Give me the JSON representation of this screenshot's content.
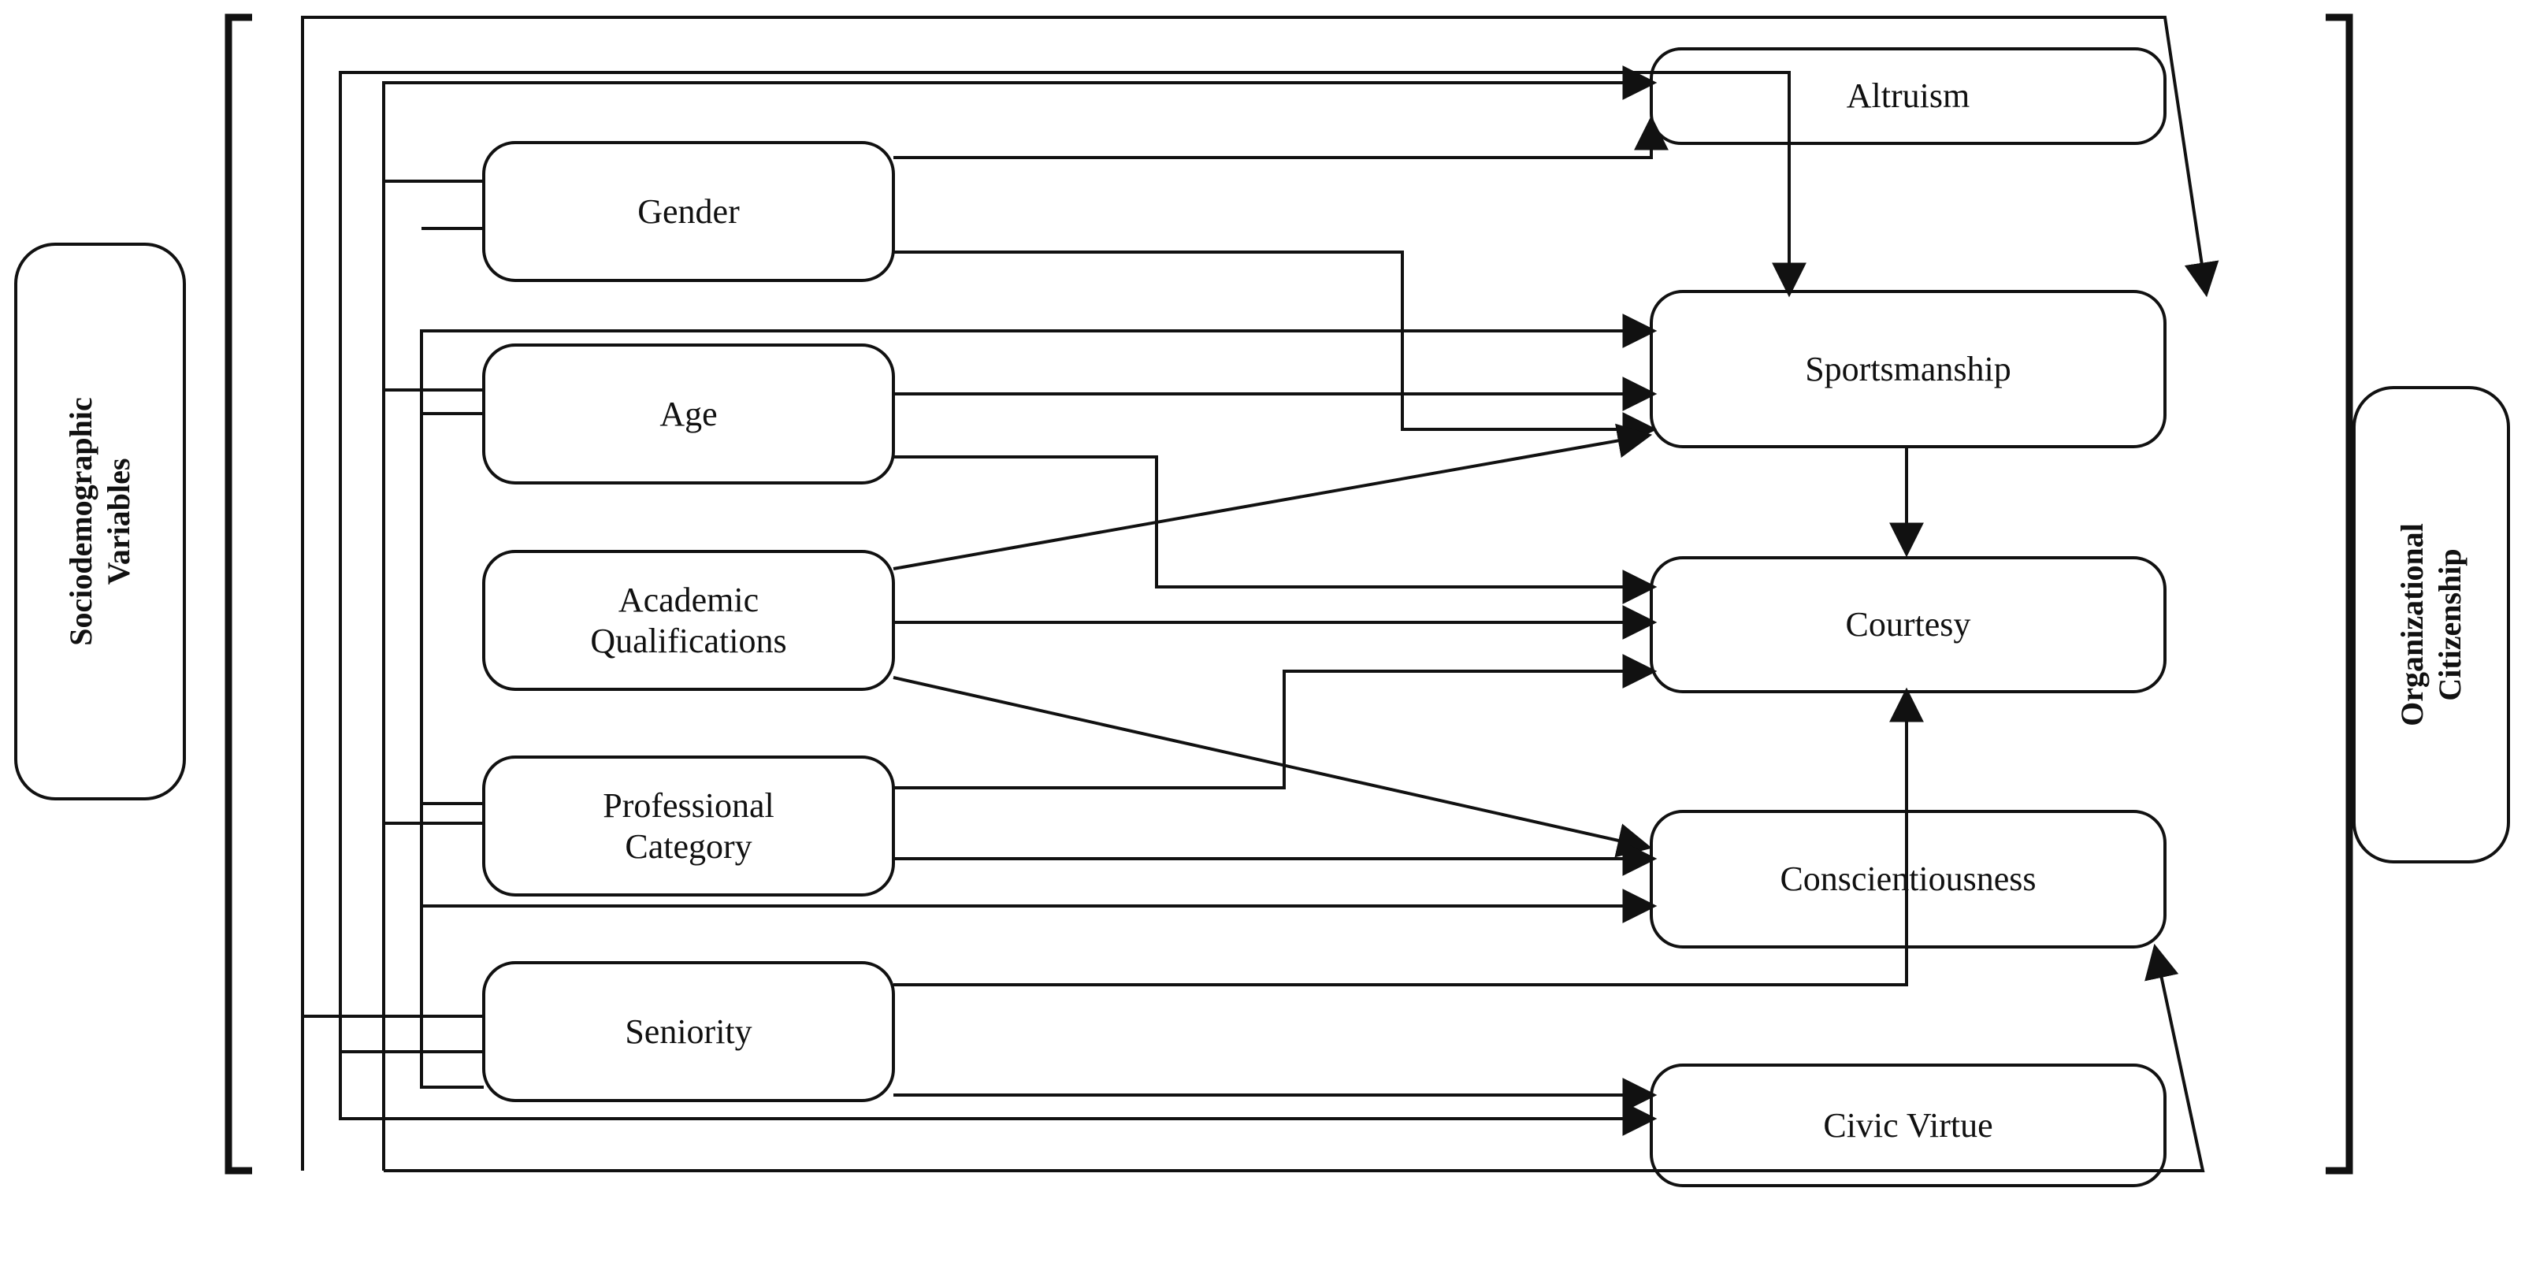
{
  "diagram": {
    "title_present": false,
    "left_group": {
      "label": "Sociodemographic\nVariables",
      "bracket": "left-square-bracket"
    },
    "right_group": {
      "label": "Organizational\nCitizenship",
      "bracket": "right-square-bracket"
    },
    "predictors": [
      {
        "id": "gender",
        "label": "Gender"
      },
      {
        "id": "age",
        "label": "Age"
      },
      {
        "id": "academic",
        "label": "Academic\nQualifications"
      },
      {
        "id": "professional",
        "label": "Professional\nCategory"
      },
      {
        "id": "seniority",
        "label": "Seniority"
      }
    ],
    "outcomes": [
      {
        "id": "altruism",
        "label": "Altruism"
      },
      {
        "id": "sportsmanship",
        "label": "Sportsmanship"
      },
      {
        "id": "courtesy",
        "label": "Courtesy"
      },
      {
        "id": "conscientiousness",
        "label": "Conscientiousness"
      },
      {
        "id": "civic",
        "label": "Civic Virtue"
      }
    ],
    "edges": [
      {
        "from": "gender",
        "to": "altruism"
      },
      {
        "from": "gender",
        "to": "sportsmanship"
      },
      {
        "from": "gender",
        "to": "courtesy"
      },
      {
        "from": "gender",
        "to": "conscientiousness"
      },
      {
        "from": "age",
        "to": "altruism"
      },
      {
        "from": "age",
        "to": "sportsmanship"
      },
      {
        "from": "age",
        "to": "courtesy"
      },
      {
        "from": "academic",
        "to": "sportsmanship"
      },
      {
        "from": "academic",
        "to": "courtesy"
      },
      {
        "from": "academic",
        "to": "conscientiousness"
      },
      {
        "from": "professional",
        "to": "courtesy"
      },
      {
        "from": "professional",
        "to": "conscientiousness"
      },
      {
        "from": "professional",
        "to": "sportsmanship"
      },
      {
        "from": "seniority",
        "to": "courtesy"
      },
      {
        "from": "seniority",
        "to": "conscientiousness"
      },
      {
        "from": "seniority",
        "to": "civic"
      },
      {
        "from": "seniority",
        "to": "sportsmanship"
      },
      {
        "from": "seniority",
        "to": "altruism"
      }
    ],
    "colors": {
      "stroke": "#111111",
      "fill": "#ffffff",
      "text": "#111111"
    }
  }
}
